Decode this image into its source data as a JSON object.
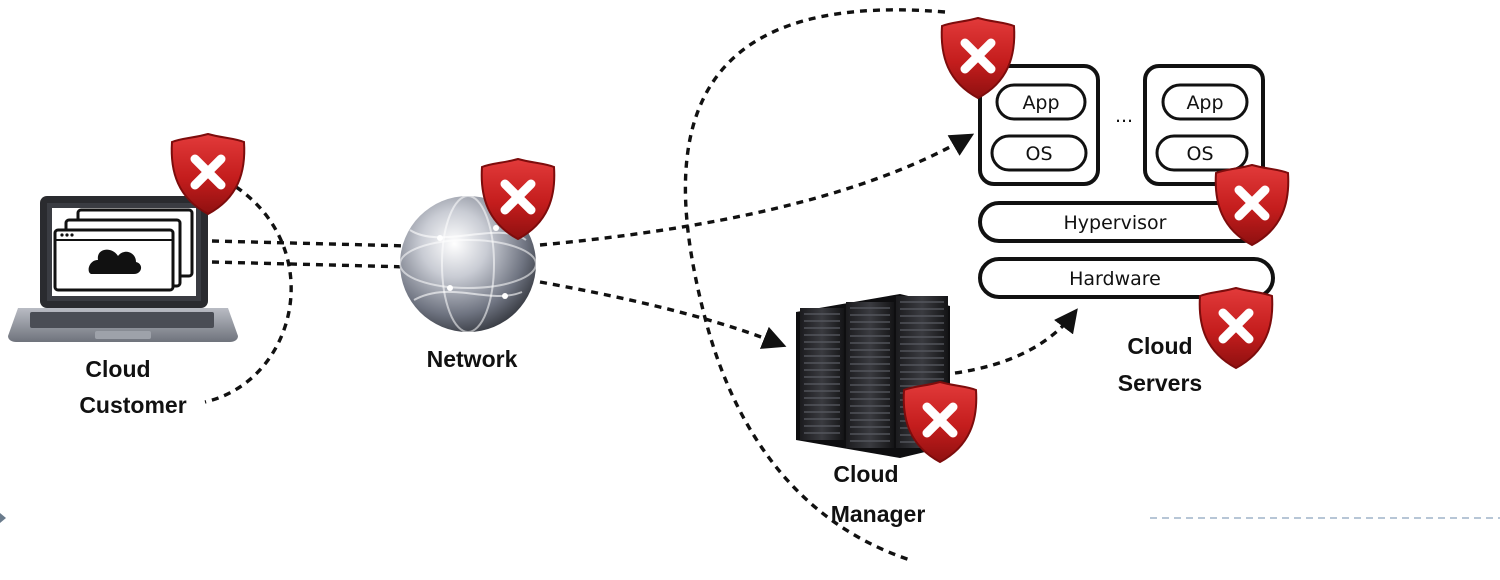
{
  "labels": {
    "customer_line1": "Cloud",
    "customer_line2": "Customer",
    "network": "Network",
    "manager_line1": "Cloud",
    "manager_line2": "Manager",
    "servers_line1": "Cloud",
    "servers_line2": "Servers"
  },
  "server_stack": {
    "vm1_app": "App",
    "vm1_os": "OS",
    "ellipsis": "...",
    "vm2_app": "App",
    "vm2_os": "OS",
    "hypervisor": "Hypervisor",
    "hardware": "Hardware"
  },
  "icons": {
    "threat_marker": "shield-x-icon",
    "customer": "laptop-icon",
    "network": "globe-icon",
    "manager": "server-rack-icon"
  },
  "colors": {
    "shield_red": "#c41d1d",
    "shield_dark": "#7d0c0c",
    "line": "#111111"
  }
}
